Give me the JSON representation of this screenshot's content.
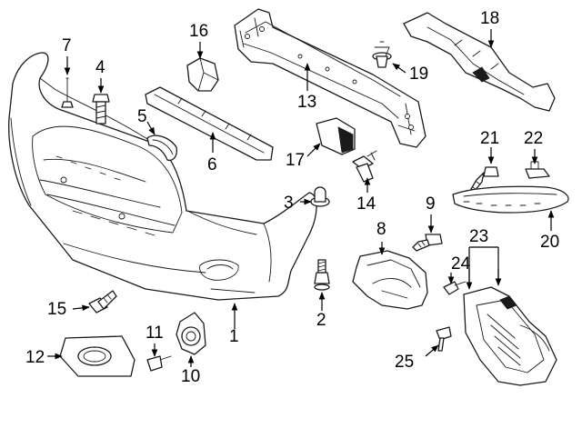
{
  "diagram": {
    "colors": {
      "line": "#1a1a1a",
      "background": "#ffffff",
      "callout": "#000000"
    },
    "callouts": [
      {
        "id": "c1",
        "text": "1"
      },
      {
        "id": "c2",
        "text": "2"
      },
      {
        "id": "c3",
        "text": "3"
      },
      {
        "id": "c4",
        "text": "4"
      },
      {
        "id": "c5",
        "text": "5"
      },
      {
        "id": "c6",
        "text": "6"
      },
      {
        "id": "c7",
        "text": "7"
      },
      {
        "id": "c8",
        "text": "8"
      },
      {
        "id": "c9",
        "text": "9"
      },
      {
        "id": "c10",
        "text": "10"
      },
      {
        "id": "c11",
        "text": "11"
      },
      {
        "id": "c12",
        "text": "12"
      },
      {
        "id": "c13",
        "text": "13"
      },
      {
        "id": "c14",
        "text": "14"
      },
      {
        "id": "c15",
        "text": "15"
      },
      {
        "id": "c16",
        "text": "16"
      },
      {
        "id": "c17",
        "text": "17"
      },
      {
        "id": "c18",
        "text": "18"
      },
      {
        "id": "c19",
        "text": "19"
      },
      {
        "id": "c20",
        "text": "20"
      },
      {
        "id": "c21",
        "text": "21"
      },
      {
        "id": "c22",
        "text": "22"
      },
      {
        "id": "c23",
        "text": "23"
      },
      {
        "id": "c24",
        "text": "24"
      },
      {
        "id": "c25",
        "text": "25"
      }
    ]
  }
}
